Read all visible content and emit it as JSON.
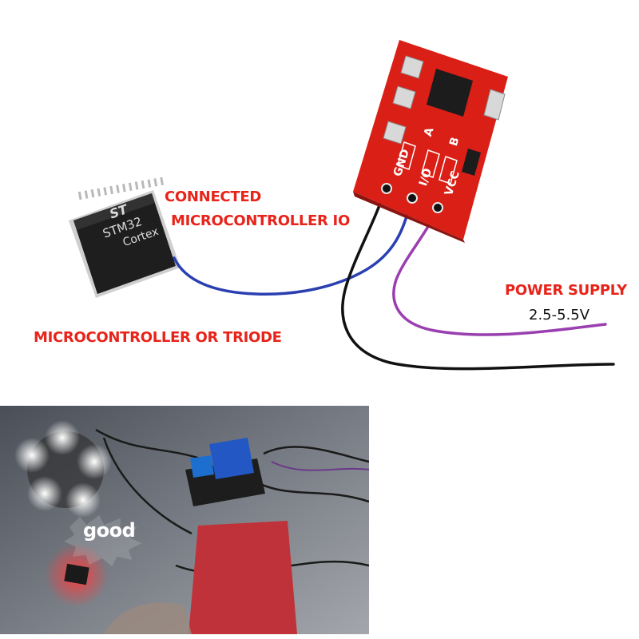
{
  "labels": {
    "connected": "CONNECTED",
    "microcontroller_io": "MICROCONTROLLER IO",
    "microcontroller_or_triode": "MICROCONTROLLER OR TRIODE",
    "power_supply": "POWER SUPPLY",
    "voltage": "2.5-5.5V"
  },
  "chip": {
    "logo": "ST",
    "model": "STM32",
    "core": "Cortex"
  },
  "module": {
    "pins": [
      "GND",
      "I/O",
      "VCC"
    ],
    "pads": [
      "A",
      "B"
    ]
  },
  "photo": {
    "caption": "good"
  },
  "colors": {
    "label_red": "#e8231a",
    "wire_blue": "#2a3fb0",
    "wire_black": "#111111",
    "wire_purple": "#9a3fb0",
    "pcb_red": "#d91f16",
    "chip_body": "#1e1e1e"
  }
}
